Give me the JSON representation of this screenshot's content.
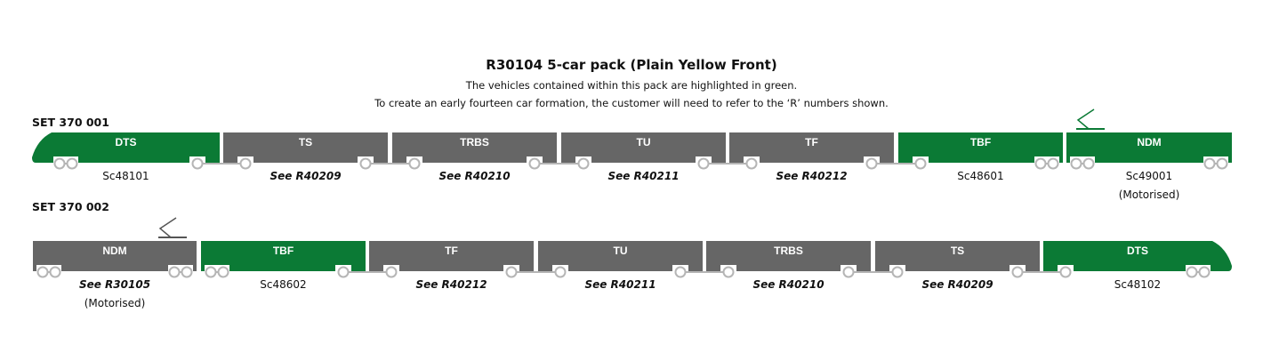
{
  "title": "R30104 5-car pack (Plain Yellow Front)",
  "subtitle_lines": [
    "The vehicles contained within this pack are highlighted in green.",
    "To create an early fourteen car formation, the customer will need to refer to the ‘R’ numbers shown."
  ],
  "colors": {
    "highlighted": "#0b7a35",
    "other": "#666666",
    "wheel": "#b5b5b5"
  },
  "sets": [
    {
      "name": "SET 370 001",
      "cars": [
        {
          "type": "DTS",
          "label": "Sc48101",
          "highlighted": true
        },
        {
          "type": "TS",
          "label": "See R40209",
          "highlighted": false
        },
        {
          "type": "TRBS",
          "label": "See R40210",
          "highlighted": false
        },
        {
          "type": "TU",
          "label": "See R40211",
          "highlighted": false
        },
        {
          "type": "TF",
          "label": "See R40212",
          "highlighted": false
        },
        {
          "type": "TBF",
          "label": "Sc48601",
          "highlighted": true
        },
        {
          "type": "NDM",
          "label": "Sc49001",
          "note": "(Motorised)",
          "highlighted": true
        }
      ]
    },
    {
      "name": "SET 370 002",
      "cars": [
        {
          "type": "NDM",
          "label": "See R30105",
          "note": "(Motorised)",
          "highlighted": false
        },
        {
          "type": "TBF",
          "label": "Sc48602",
          "highlighted": true
        },
        {
          "type": "TF",
          "label": "See R40212",
          "highlighted": false
        },
        {
          "type": "TU",
          "label": "See R40211",
          "highlighted": false
        },
        {
          "type": "TRBS",
          "label": "See R40210",
          "highlighted": false
        },
        {
          "type": "TS",
          "label": "See R40209",
          "highlighted": false
        },
        {
          "type": "DTS",
          "label": "Sc48102",
          "highlighted": true
        }
      ]
    }
  ]
}
